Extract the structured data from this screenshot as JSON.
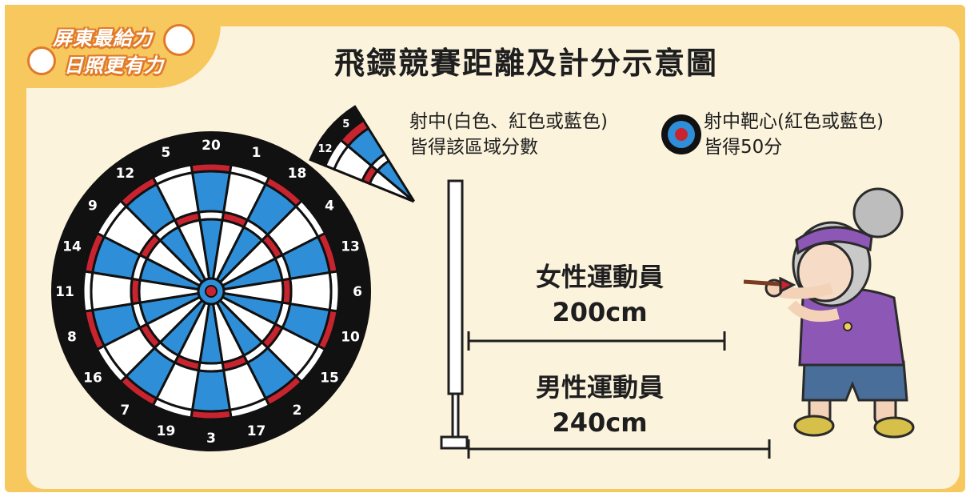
{
  "badge": {
    "line1": "屏東最給力",
    "line2": "日照更有力"
  },
  "title": "飛鏢競賽距離及計分示意圖",
  "notes": {
    "segment_line1": "射中(白色、紅色或藍色)",
    "segment_line2": "皆得該區域分數",
    "bull_line1": "射中靶心(紅色或藍色)",
    "bull_line2": "皆得50分"
  },
  "distances": {
    "female_label": "女性運動員",
    "female_value": "200cm",
    "male_label": "男性運動員",
    "male_value": "240cm"
  },
  "dartboard": {
    "numbers": [
      "20",
      "1",
      "18",
      "4",
      "13",
      "6",
      "10",
      "15",
      "2",
      "17",
      "3",
      "19",
      "7",
      "16",
      "8",
      "11",
      "14",
      "9",
      "12",
      "5"
    ]
  },
  "wedge": {
    "numbers": [
      "5",
      "12"
    ]
  },
  "colors": {
    "blue": "#2e8fd8",
    "red": "#c8242f",
    "black": "#111111",
    "white": "#ffffff",
    "frame": "#f7c85d",
    "panel": "#fbf3dc"
  }
}
